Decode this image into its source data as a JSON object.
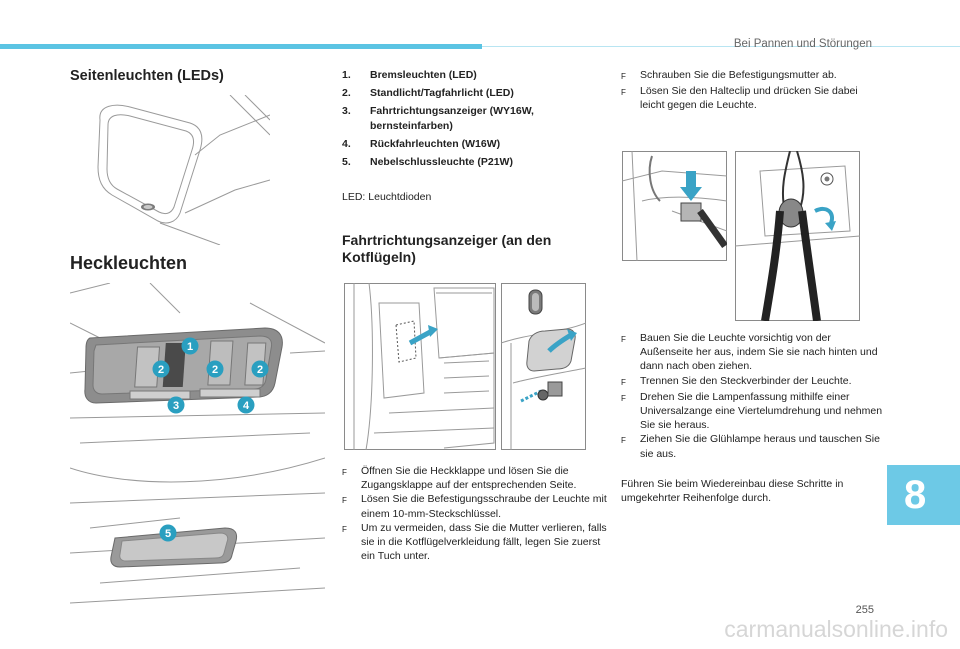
{
  "header": {
    "section": "Bei Pannen und Störungen"
  },
  "chapter": "8",
  "page_number": "255",
  "side_lights": {
    "title": "Seitenleuchten (LEDs)"
  },
  "rear_lights": {
    "title": "Heckleuchten",
    "callouts": [
      "1",
      "2",
      "2",
      "2",
      "3",
      "4",
      "5"
    ]
  },
  "lamp_list": [
    {
      "num": "1.",
      "text": "Bremsleuchten (LED)"
    },
    {
      "num": "2.",
      "text": "Standlicht/Tagfahrlicht (LED)"
    },
    {
      "num": "3.",
      "text": "Fahrtrichtungsanzeiger (WY16W, bernsteinfarben)"
    },
    {
      "num": "4.",
      "text": "Rückfahrleuchten (W16W)"
    },
    {
      "num": "5.",
      "text": "Nebelschlussleuchte (P21W)"
    }
  ],
  "led_note": "LED: Leuchtdioden",
  "wing_indicator": {
    "title": "Fahrtrichtungsanzeiger (an den Kotflügeln)"
  },
  "steps_a": [
    {
      "marker": "F",
      "text": "Öffnen Sie die Heckklappe und lösen Sie die Zugangsklappe auf der entsprechenden Seite."
    },
    {
      "marker": "F",
      "text": "Lösen Sie die Befestigungsschraube der Leuchte mit einem 10-mm-Steckschlüssel."
    },
    {
      "marker": "F",
      "text": "Um zu vermeiden, dass Sie die Mutter verlieren, falls sie in die Kotflügelverkleidung fällt, legen Sie zuerst ein Tuch unter."
    }
  ],
  "steps_b": [
    {
      "marker": "F",
      "text": "Schrauben Sie die Befestigungsmutter ab."
    },
    {
      "marker": "F",
      "text": "Lösen Sie den Halteclip und drücken Sie dabei leicht gegen die Leuchte."
    }
  ],
  "steps_c": [
    {
      "marker": "F",
      "text": "Bauen Sie die Leuchte vorsichtig von der Außenseite her aus, indem Sie sie nach hinten und dann nach oben ziehen."
    },
    {
      "marker": "F",
      "text": "Trennen Sie den Steckverbinder der Leuchte."
    },
    {
      "marker": "F",
      "text": "Drehen Sie die Lampenfassung mithilfe einer Universalzange eine Viertelumdrehung und nehmen Sie sie heraus."
    },
    {
      "marker": "F",
      "text": "Ziehen Sie die Glühlampe heraus und tauschen Sie sie aus."
    }
  ],
  "closing": "Führen Sie beim Wiedereinbau diese Schritte in umgekehrter Reihenfolge durch.",
  "watermark": "carmanualsonline.info",
  "colors": {
    "accent": "#5bc4e3",
    "callout": "#2a9fc0",
    "arrow": "#3aa3c6"
  }
}
